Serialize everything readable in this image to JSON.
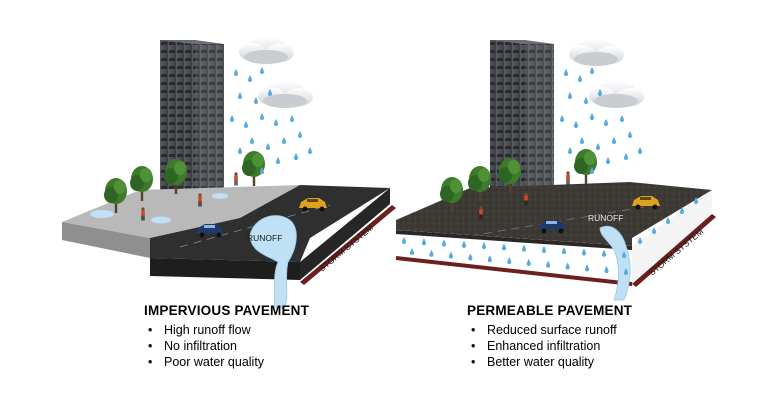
{
  "left_panel": {
    "title": "IMPERVIOUS PAVEMENT",
    "bullets": [
      "High runoff flow",
      "No infiltration",
      "Poor water quality"
    ],
    "runoff_label": "RUNOFF",
    "storm_label": "STORM SYSTEM"
  },
  "right_panel": {
    "title": "PERMEABLE PAVEMENT",
    "bullets": [
      "Reduced surface runoff",
      "Enhanced infiltration",
      "Better water quality"
    ],
    "runoff_label": "RUNOFF",
    "storm_label": "STORM SYSTEM"
  },
  "colors": {
    "sidewalk_light": "#b9b9b9",
    "road_dark": "#2f2f2f",
    "permeable_surface": "#3b3835",
    "storm_pipe": "#6b1f1f",
    "water": "#bfe0f5",
    "rain_drop": "#5aa9e0",
    "building": "#4a4d52",
    "tree": "#3d7a2a",
    "taxi": "#e0a11b",
    "car": "#1e3a66"
  },
  "icons": [
    "cloud-icon",
    "rain-drop-icon",
    "tree-icon",
    "building-icon",
    "car-icon",
    "taxi-icon",
    "pedestrian-icon"
  ]
}
